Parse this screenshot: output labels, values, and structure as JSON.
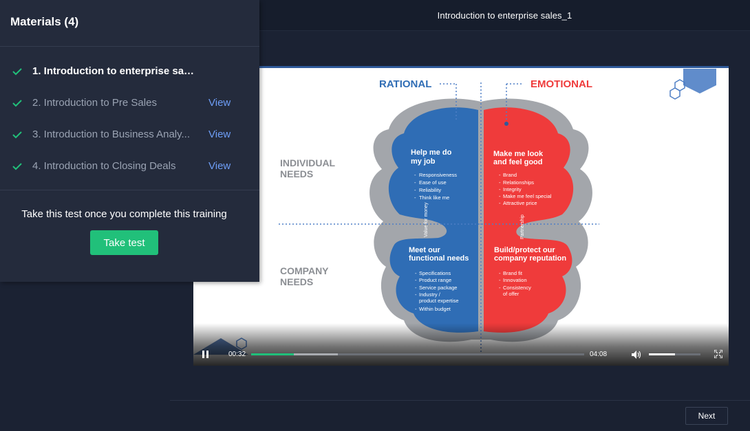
{
  "header": {
    "title": "Introduction to enterprise sales_1"
  },
  "sidebar": {
    "heading": "Materials (4)",
    "items": [
      {
        "label": "1. Introduction to enterprise sale...",
        "view": "",
        "completed": true,
        "active": true
      },
      {
        "label": "2. Introduction to Pre Sales",
        "view": "View",
        "completed": true,
        "active": false
      },
      {
        "label": "3. Introduction to Business Analy...",
        "view": "View",
        "completed": true,
        "active": false
      },
      {
        "label": "4. Introduction to Closing Deals",
        "view": "View",
        "completed": true,
        "active": false
      }
    ],
    "test_message": "Take this test once you complete this training",
    "take_test_label": "Take test"
  },
  "slide": {
    "rational": "RATIONAL",
    "emotional": "EMOTIONAL",
    "individual_needs_1": "INDIVIDUAL",
    "individual_needs_2": "NEEDS",
    "company_needs_1": "COMPANY",
    "company_needs_2": "NEEDS",
    "q1_title_1": "Help me do",
    "q1_title_2": "my job",
    "q1_items": [
      "Responsiveness",
      "Ease of use",
      "Reliability",
      "Think like me"
    ],
    "q2_title_1": "Make me look",
    "q2_title_2": "and feel good",
    "q2_items": [
      "Brand",
      "Relationships",
      "Integrity",
      "Make me feel special",
      "Attractive price"
    ],
    "q3_title_1": "Meet our",
    "q3_title_2": "functional needs",
    "q3_items": [
      "Specifications",
      "Product range",
      "Service package",
      "Industry /",
      "product expertise",
      "Within budget"
    ],
    "q4_title_1": "Build/protect our",
    "q4_title_2": "company reputation",
    "q4_items": [
      "Brand fit",
      "Innovation",
      "Consistency",
      "of offer"
    ],
    "value_for_money": "Value for money",
    "partnership": "Partnership",
    "colors": {
      "rational": "#2f6db5",
      "emotional": "#ef3b3b",
      "brain_outline": "#a3a6ab"
    }
  },
  "player": {
    "current_time": "00:32",
    "duration": "04:08",
    "progress_fraction": 0.129,
    "buffered_fraction": 0.26,
    "volume_fraction": 0.5,
    "accent": "#1fc07a"
  },
  "footer": {
    "next_label": "Next"
  }
}
